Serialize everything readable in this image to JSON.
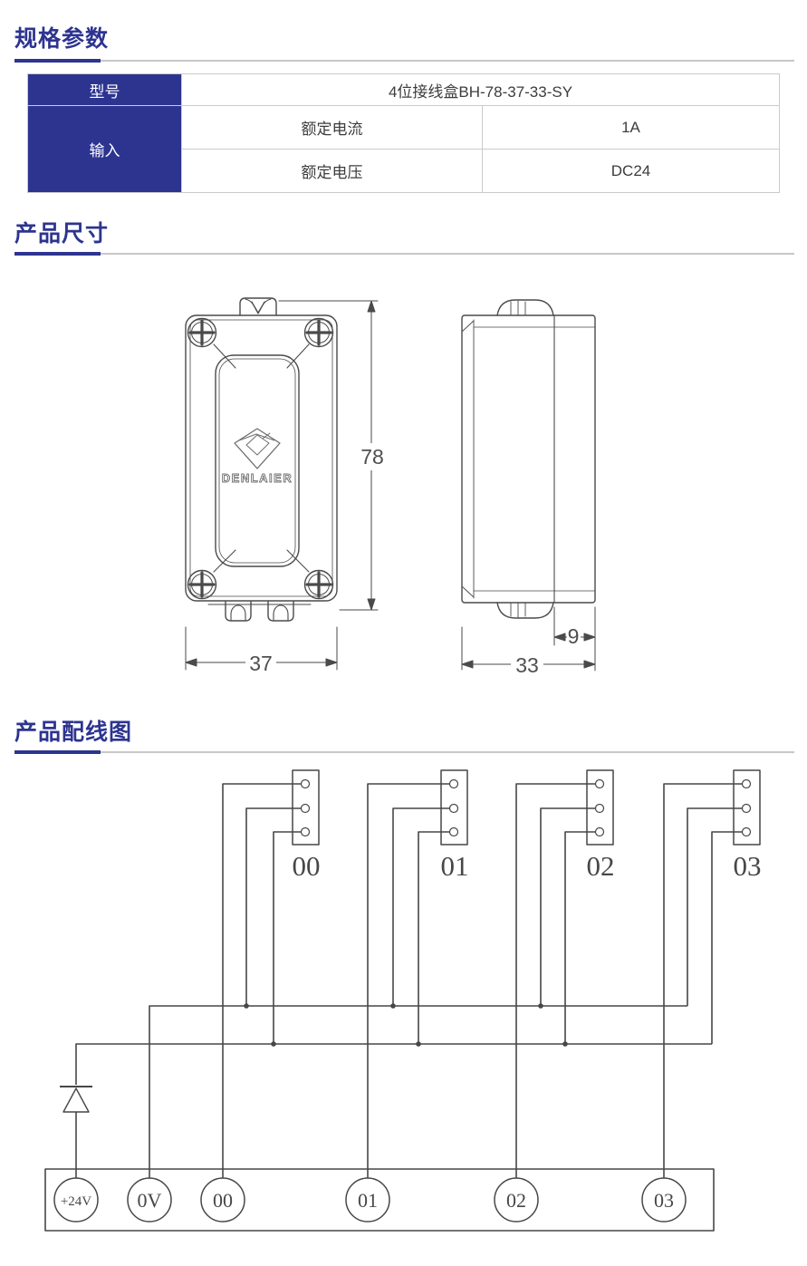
{
  "page": {
    "bg": "#ffffff",
    "accent_color": "#2d3490",
    "divider_gray": "#c7c7c7",
    "drawing_color": "#4a4a4a"
  },
  "sections": {
    "specs_heading": "规格参数",
    "dimensions_heading": "产品尺寸",
    "wiring_heading": "产品配线图"
  },
  "spec_table": {
    "model_label": "型号",
    "model_value": "4位接线盒BH-78-37-33-SY",
    "input_label": "输入",
    "input_rows": [
      {
        "label": "额定电流",
        "value": "1A"
      },
      {
        "label": "额定电压",
        "value": "DC24"
      }
    ]
  },
  "dimension_drawing": {
    "logo_text": "DENLAIER",
    "front_view": {
      "height_label": "78",
      "width_label": "37"
    },
    "side_view": {
      "depth_label": "33",
      "lid_depth_label": "9"
    }
  },
  "wiring_diagram": {
    "connector_labels": [
      "00",
      "01",
      "02",
      "03"
    ],
    "terminal_labels": [
      "+24V",
      "0V",
      "00",
      "01",
      "02",
      "03"
    ]
  }
}
